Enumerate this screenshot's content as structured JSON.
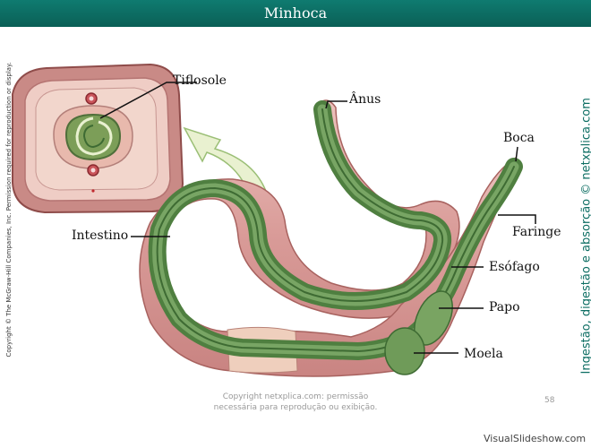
{
  "title": "Minhoca",
  "labels": {
    "tiflosole": "Tiflosole",
    "anus": "Ânus",
    "boca": "Boca",
    "faringe": "Faringe",
    "intestino": "Intestino",
    "esofago": "Esófago",
    "papo": "Papo",
    "moela": "Moela"
  },
  "side_credit": "Ingestão, digestão e absorção © netxplica.com",
  "copyright_vertical": "Copyright © The McGraw-Hill Companies, Inc. Permission required for reproduction or display.",
  "footer": {
    "line1": "Copyright netxplica.com: permissão",
    "line2": "necessária para reprodução ou exibição."
  },
  "page_number": "58",
  "watermark": "VisualSlideshow.com",
  "colors": {
    "title_bar": "#0a6b61",
    "worm_body": "#dfa6a2",
    "gut": "#5a8a4c",
    "arrow": "#e9f1d0"
  }
}
